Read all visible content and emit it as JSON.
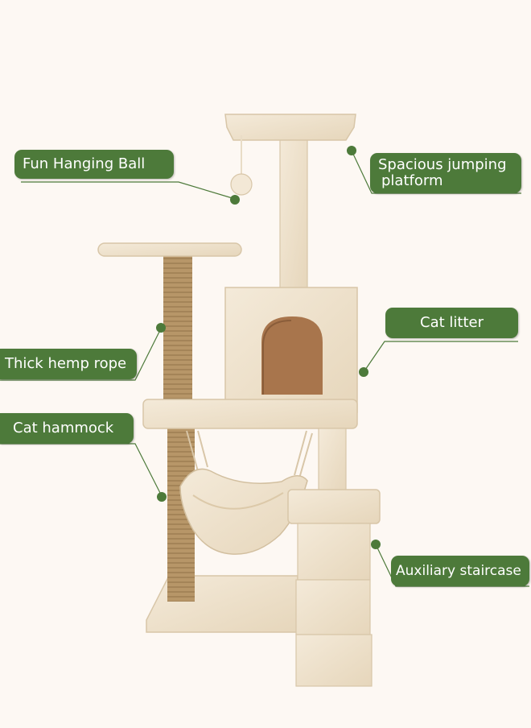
{
  "labels": {
    "fun_hanging_ball": "Fun Hanging Ball",
    "spacious_jumping_platform_line1": "Spacious jumping",
    "spacious_jumping_platform_line2": "platform",
    "cat_litter": "Cat litter",
    "thick_hemp_rope": "Thick hemp rope",
    "cat_hammock": "Cat hammock",
    "auxiliary_staircase": "Auxiliary staircase"
  },
  "colors": {
    "label_background": "#4d7a3a",
    "label_text": "#ffffff",
    "leader_line": "#4d7a3a",
    "plush": "#efe3cf",
    "plush_shadow": "#d9c8ad",
    "sisal": "#b79668",
    "background": "#fdf8f3"
  }
}
